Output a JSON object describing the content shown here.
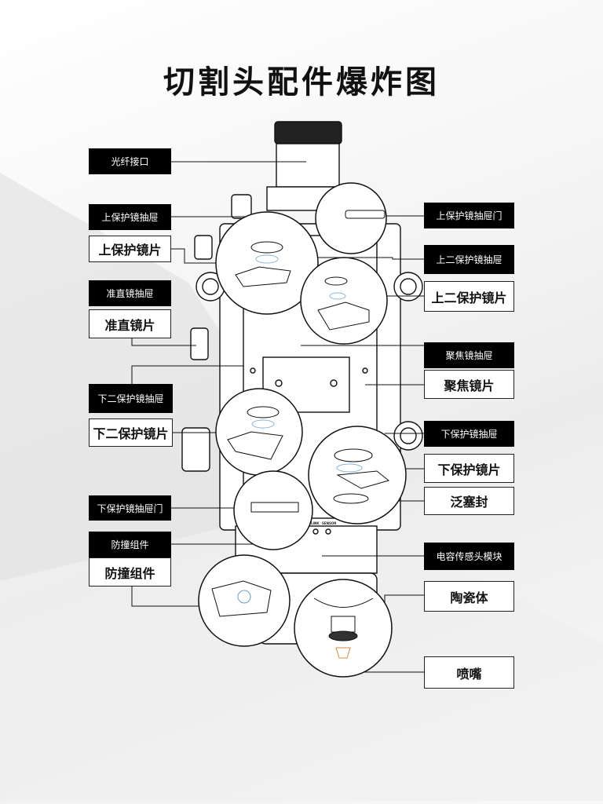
{
  "title": "切割头配件爆炸图",
  "left_labels": {
    "fiber_interface": "光纤接口",
    "upper_protect_drawer": "上保护镜抽屉",
    "upper_protect_lens": "上保护镜片",
    "collimator_drawer": "准直镜抽屉",
    "collimator_lens": "准直镜片",
    "lower2_protect_drawer": "下二保护镜抽屉",
    "lower2_protect_lens": "下二保护镜片",
    "lower_protect_drawer_door": "下保护镜抽屉门",
    "anticollision_black": "防撞组件",
    "anticollision_white": "防撞组件"
  },
  "right_labels": {
    "upper_protect_drawer_door": "上保护镜抽屉门",
    "upper2_protect_drawer": "上二保护镜抽屉",
    "upper2_protect_lens": "上二保护镜片",
    "focus_drawer": "聚焦镜抽屉",
    "focus_lens": "聚焦镜片",
    "lower_protect_drawer": "下保护镜抽屉",
    "lower_protect_lens": "下保护镜片",
    "spring_seal": "泛塞封",
    "capacitive_sensor_module": "电容传感头模块",
    "ceramic_body": "陶瓷体",
    "nozzle": "喷嘴"
  },
  "panel": {
    "link": "LINK",
    "sensor": "SENSOR"
  }
}
